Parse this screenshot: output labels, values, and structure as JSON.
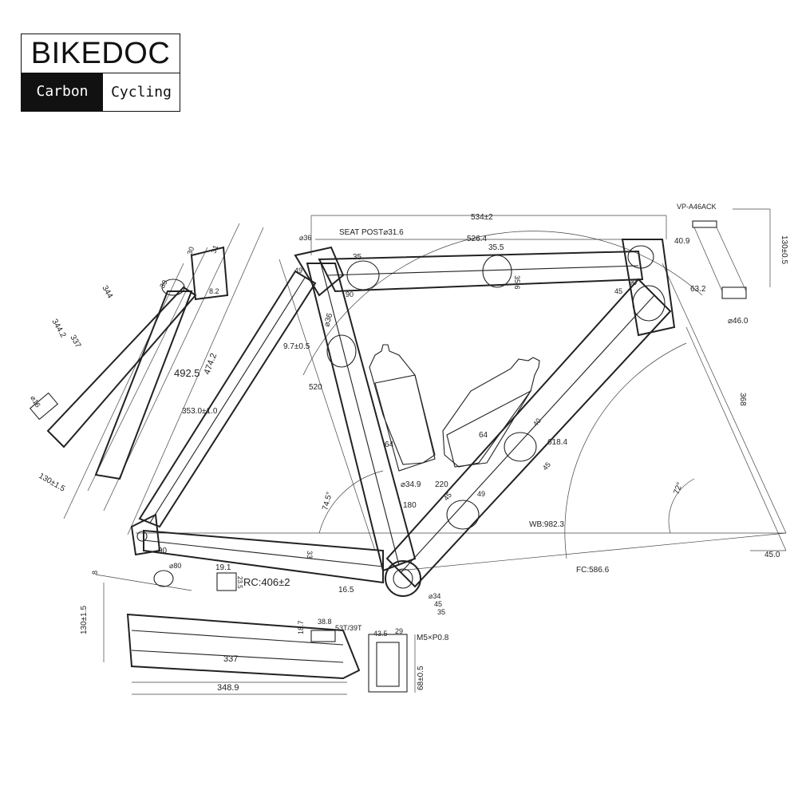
{
  "logo": {
    "brand": "BIKEDOC",
    "left_word": "Carbon",
    "right_word": "Cycling"
  },
  "labels": {
    "top_length": "534±2",
    "seat_post": "SEAT POST⌀31.6",
    "top_tube": "526.4",
    "dim_35_a": "35",
    "dim_35_5": "35.5",
    "dim_35_6": "35.6",
    "headset_code": "VP-A46ACK",
    "dim_36_top": "⌀36",
    "dim_40_9": "40.9",
    "dim_63_2": "63.2",
    "dim_46_0": "⌀46.0",
    "dim_130_rear": "130±0.5",
    "dim_90_a": "90",
    "dim_90_b": "90",
    "dim_45_a": "45",
    "dim_49": "49",
    "dim_36_st": "⌀36",
    "dim_520": "520",
    "dim_368": "368",
    "dim_30_a": "30",
    "dim_31": "31",
    "dim_8_2": "8.2",
    "dim_30_b": "30",
    "dim_344": "344",
    "dim_344_2": "344.2",
    "dim_337_a": "337",
    "dim_492_5": "492.5",
    "dim_474_2": "474.2",
    "dim_9_7": "9.7±0.5",
    "dim_353": "353.0±1.0",
    "dim_16": "⌀16",
    "dim_130_fork": "130±1.5",
    "dim_40": "40",
    "dim_618_4": "618.4",
    "dim_45_b": "45",
    "dim_64_a": "64",
    "dim_64_b": "64",
    "dim_34_9": "⌀34.9",
    "dim_220": "220",
    "dim_45_c": "45",
    "dim_49_b": "49",
    "dim_180": "180",
    "angle_74_5": "74.5°",
    "angle_72": "72°",
    "wb": "WB:982.3",
    "dim_45_0": "45.0",
    "fc": "FC:586.6",
    "dim_90_c": "90",
    "dim_80": "⌀80",
    "dim_19_1": "19.1",
    "dim_23_5": "23.5",
    "rc": "RC:406±2",
    "dim_33": "33",
    "dim_16_5": "16.5",
    "dim_38_8": "38.8",
    "teeth": "53T/39T",
    "dim_43_5": "43.5",
    "dim_29": "29",
    "m5": "M5×P0.8",
    "dim_18_7": "18.7",
    "dim_130_rear2": "130±1.5",
    "dim_8": "8",
    "dim_337_b": "337",
    "dim_348_9": "348.9",
    "dim_68": "68±0.5",
    "dim_34_bb": "⌀34",
    "dim_45_bb": "45",
    "dim_35_bb": "35"
  }
}
